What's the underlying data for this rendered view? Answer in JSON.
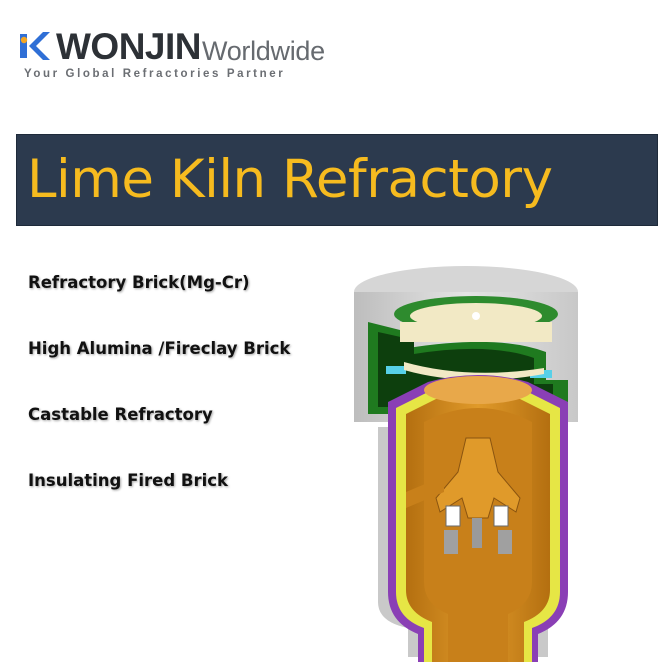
{
  "logo": {
    "brand": "WONJIN",
    "sub": "Worldwide",
    "tagline": "Your Global Refractories Partner",
    "colors": {
      "accent_blue": "#2f6fd6",
      "accent_orange": "#f4a623",
      "text_dark": "#2d3136"
    }
  },
  "banner": {
    "title": "Lime Kiln Refractory",
    "colors": {
      "background": "#2c3a4e",
      "text": "#f6bb1f"
    }
  },
  "products": [
    {
      "label": "Refractory Brick(Mg-Cr)"
    },
    {
      "label": "High Alumina /Fireclay Brick"
    },
    {
      "label": "Castable Refractory"
    },
    {
      "label": "Insulating Fired Brick"
    }
  ],
  "illustration": {
    "subject": "lime-kiln-cutaway",
    "layer_colors": {
      "shell": "#cfcfcf",
      "working_lining": "#d98f1e",
      "insulation": "#e6e645",
      "backup": "#8a3fb5",
      "top_lining": "#2e8b2e",
      "accent": "#57d0e8"
    }
  }
}
